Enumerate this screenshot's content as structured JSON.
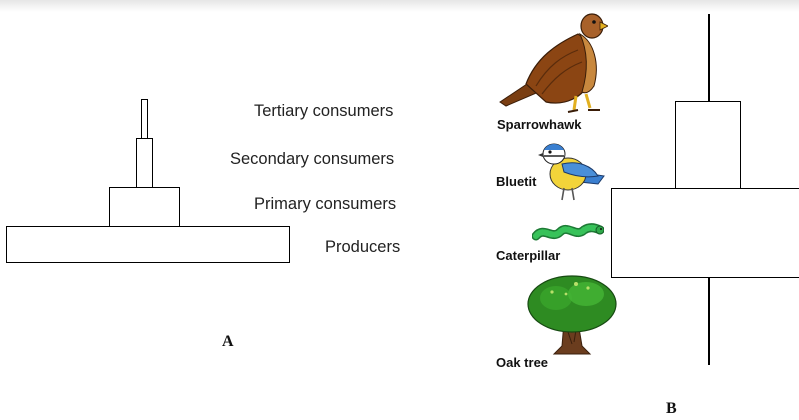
{
  "panel_a": {
    "letter": "A",
    "levels": [
      {
        "label": "Tertiary consumers"
      },
      {
        "label": "Secondary consumers"
      },
      {
        "label": "Primary consumers"
      },
      {
        "label": "Producers"
      }
    ]
  },
  "panel_b": {
    "letter": "B",
    "organisms": [
      {
        "name": "Sparrowhawk",
        "icon": "hawk-icon"
      },
      {
        "name": "Bluetit",
        "icon": "bird-icon"
      },
      {
        "name": "Caterpillar",
        "icon": "caterpillar-icon"
      },
      {
        "name": "Oak tree",
        "icon": "tree-icon"
      }
    ]
  },
  "colors": {
    "hawk_body": "#8b4513",
    "bluetit_blue": "#3a7fd0",
    "bluetit_yellow": "#f2d43a",
    "caterpillar": "#2fa84a",
    "tree_canopy": "#2e8b22",
    "tree_trunk": "#6b3d1e"
  }
}
